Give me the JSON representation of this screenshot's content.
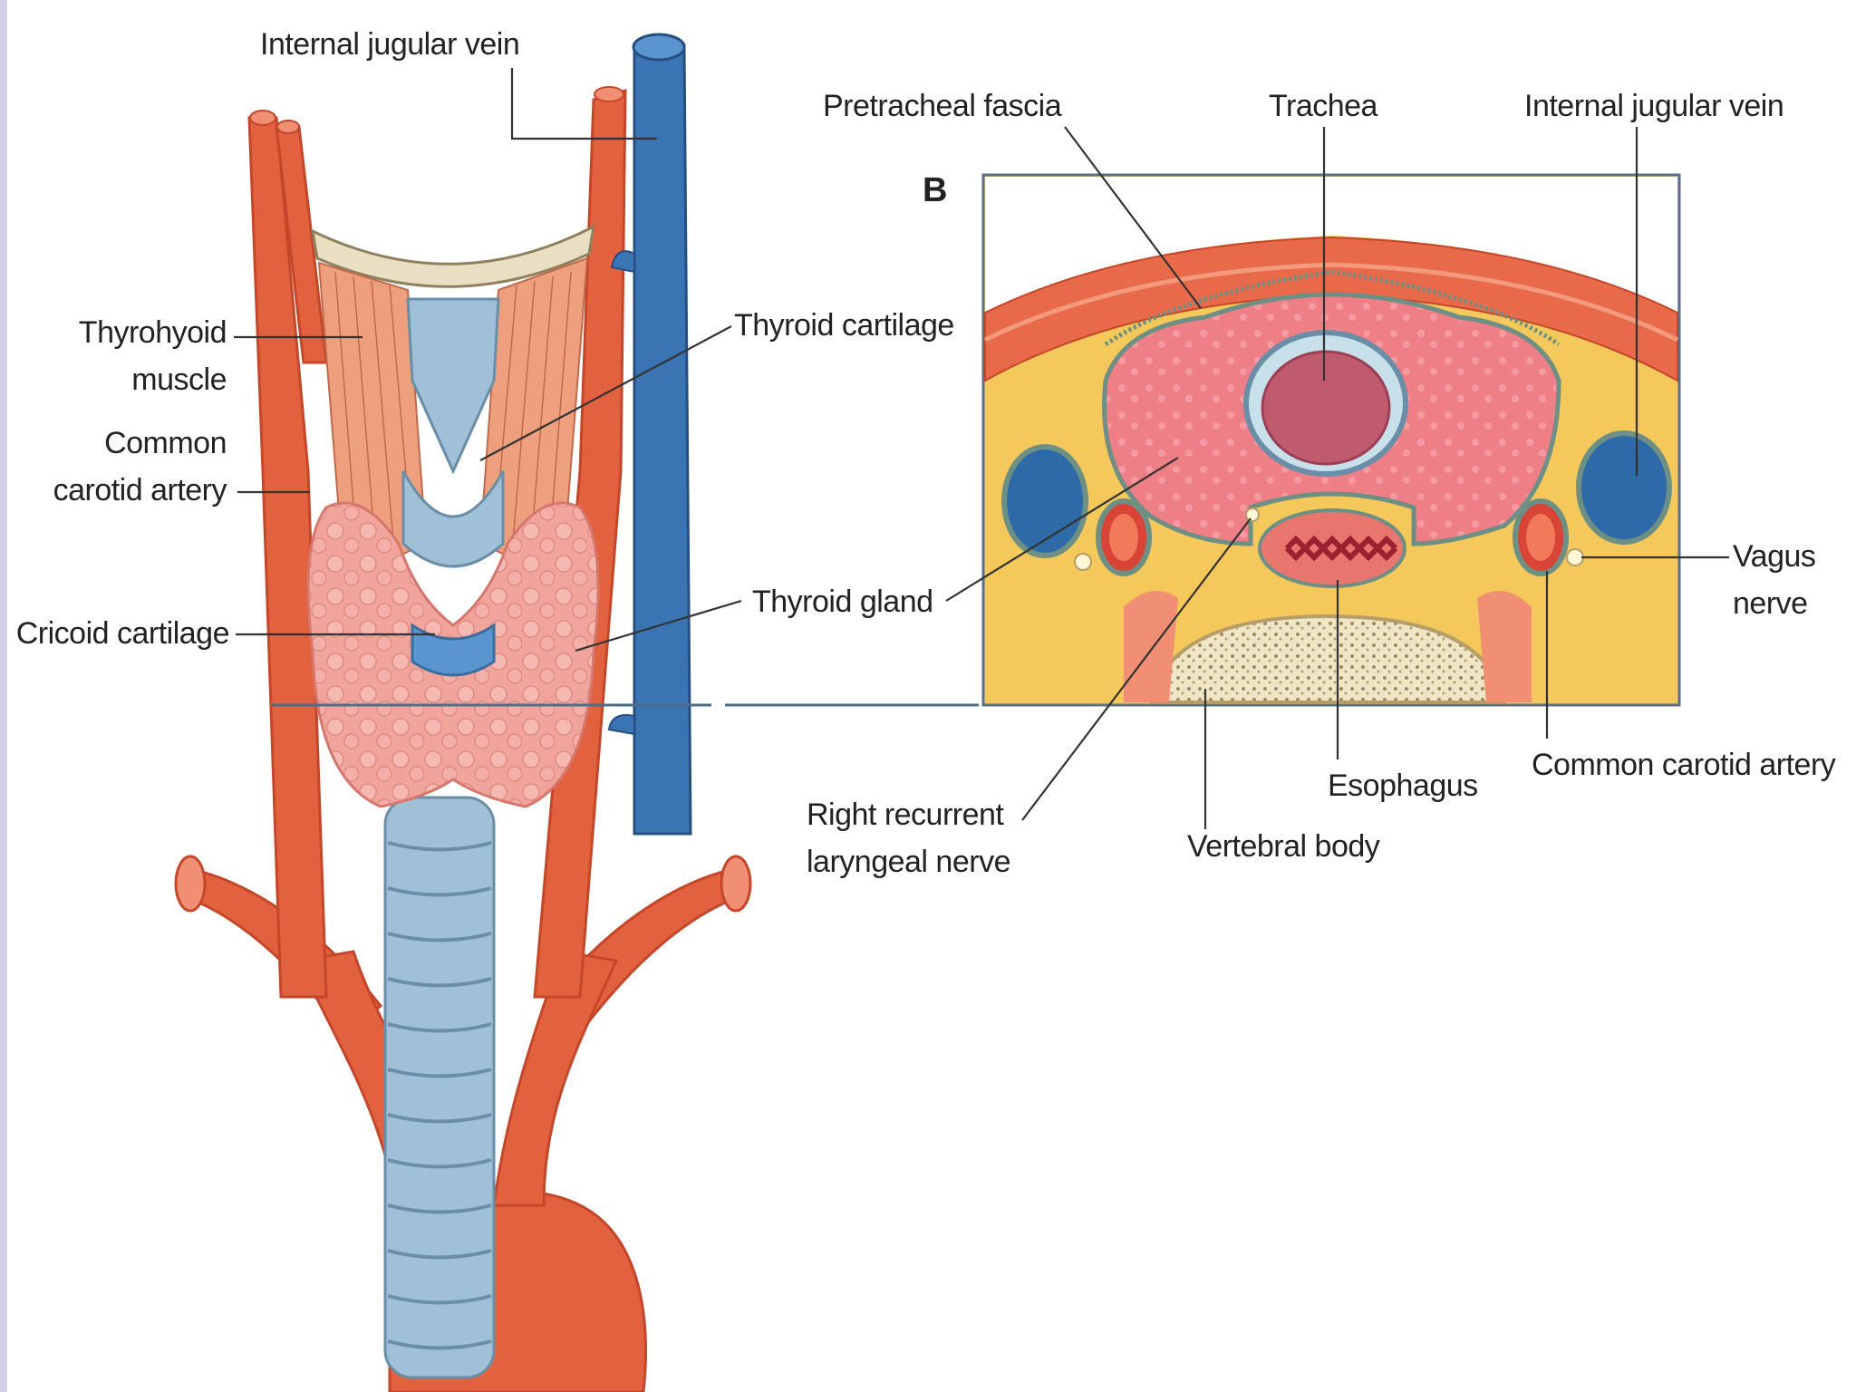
{
  "panel_b_letter": "B",
  "labels": {
    "ijv_top": "Internal jugular vein",
    "thyrohyoid_1": "Thyrohyoid",
    "thyrohyoid_2": "muscle",
    "cca_left_1": "Common",
    "cca_left_2": "carotid artery",
    "cricoid": "Cricoid cartilage",
    "thyroid_cartilage": "Thyroid cartilage",
    "thyroid_gland": "Thyroid gland",
    "pretracheal": "Pretracheal fascia",
    "trachea": "Trachea",
    "ijv_right": "Internal jugular vein",
    "vagus_1": "Vagus",
    "vagus_2": "nerve",
    "cca_right": "Common carotid artery",
    "esophagus": "Esophagus",
    "vertebral": "Vertebral body",
    "rln_1": "Right recurrent",
    "rln_2": "laryngeal nerve"
  },
  "colors": {
    "artery": "#e2613e",
    "vein": "#3a74b3",
    "thyroid": "#f1a49c",
    "trachea": "#9fc0d6",
    "fat": "#f4c85a",
    "muscle": "#e86a4a"
  }
}
